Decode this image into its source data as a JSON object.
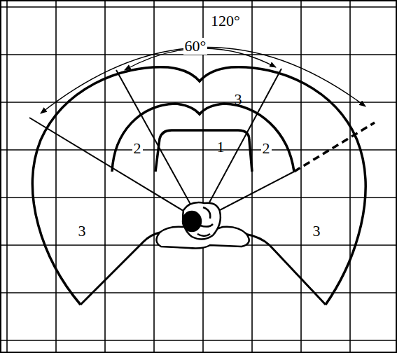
{
  "diagram": {
    "labels": [
      "120°",
      "60°",
      "3",
      "1",
      "2",
      "2",
      "3",
      "3"
    ]
  }
}
